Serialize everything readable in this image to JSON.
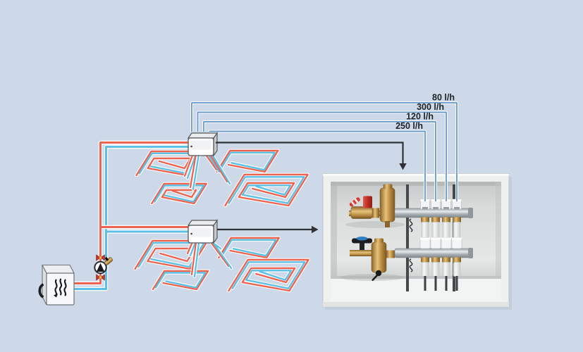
{
  "background_color": "#cdd9e8",
  "colors": {
    "supply_pipe": "#ec6450",
    "return_pipe": "#5cbfe6",
    "label_line": "#5e93c4",
    "arrow": "#2e3234",
    "text": "#1e2124",
    "valve_red": "#c8372d",
    "brass": "#c09a52",
    "cabinet_frame": "#eff1f1"
  },
  "flow_labels": [
    {
      "text": "80 l/h"
    },
    {
      "text": "300 l/h"
    },
    {
      "text": "120 l/h"
    },
    {
      "text": "250 l/h"
    }
  ],
  "system": {
    "upper_floor_circuits": 4,
    "lower_floor_circuits": 4,
    "manifold_outlets": 4,
    "manifold_rows": 2
  },
  "icons": {
    "pump-icon": "▲",
    "boiler-flame-icon": "〰〰〰",
    "valve-icon": "⋈",
    "down-arrow-icon": "▼",
    "right-arrow-icon": "►"
  }
}
